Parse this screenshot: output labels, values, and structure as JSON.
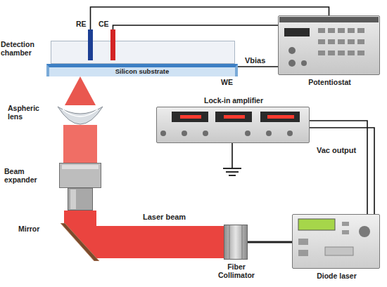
{
  "diagram": {
    "nodes": [
      {
        "text": [
          "Detection chamber"
        ]
      },
      {
        "text": [
          "RE"
        ],
        "in": 0
      },
      {
        "text": [
          "CE"
        ],
        "in": 0
      },
      {
        "text": [
          "Silicon substrate"
        ]
      },
      {
        "text": [
          "Potentiostat"
        ]
      },
      {
        "text": [
          "Aspheric lens"
        ]
      },
      {
        "text": [
          "Lock-in amplifier"
        ]
      },
      {
        "text": [
          "Beam expander"
        ]
      },
      {
        "text": [
          "Mirror"
        ]
      },
      {
        "text": [
          "Fiber Collimator"
        ]
      },
      {
        "text": [
          "Diode laser"
        ]
      }
    ],
    "edges": [
      {
        "from": 1,
        "to": 4,
        "arrow": "none"
      },
      {
        "from": 2,
        "to": 4,
        "arrow": "none"
      },
      {
        "from": 3,
        "to": 4,
        "label": "Vbias",
        "arrow": "none"
      },
      {
        "from": 6,
        "to": 10,
        "label": "Vac output",
        "arrow": "none"
      },
      {
        "from": 10,
        "to": 9,
        "arrow": "none"
      },
      {
        "from": 9,
        "to": 8,
        "label": "Laser beam",
        "arrow": "none"
      },
      {
        "from": 8,
        "to": 7,
        "arrow": "none"
      },
      {
        "from": 7,
        "to": 5,
        "arrow": "none"
      },
      {
        "from": 5,
        "to": 3,
        "arrow": "none"
      }
    ],
    "labels": [
      "WE"
    ]
  }
}
